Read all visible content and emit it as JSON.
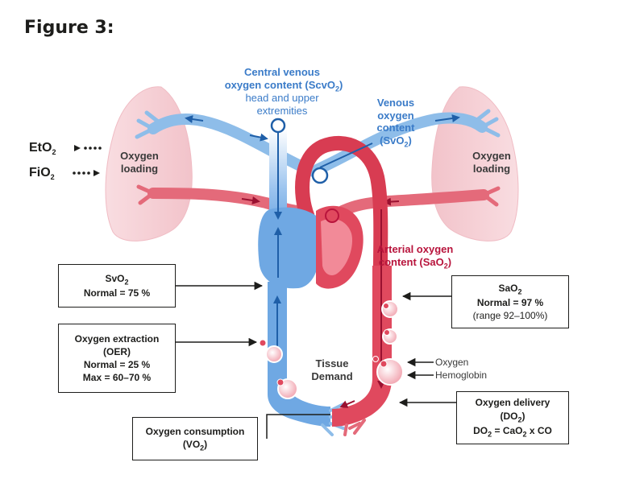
{
  "figure_title": "Figure 3:",
  "labels": {
    "scvo2_title_1": "Central venous",
    "scvo2_title_2": "oxygen content (ScvO",
    "scvo2_title_sub": "2",
    "scvo2_title_end": ")",
    "scvo2_desc_1": "head and upper",
    "scvo2_desc_2": "extremities",
    "svo2_1": "Venous",
    "svo2_2": "oxygen",
    "svo2_3": "content",
    "svo2_4": "(SvO",
    "svo2_sub": "2",
    "svo2_end": ")",
    "oxygen_loading_left_1": "Oxygen",
    "oxygen_loading_left_2": "loading",
    "oxygen_loading_right_1": "Oxygen",
    "oxygen_loading_right_2": "loading",
    "eto2": "EtO",
    "eto2_sub": "2",
    "fio2": "FiO",
    "fio2_sub": "2",
    "arterial_1": "Arterial oxygen",
    "arterial_2": "content (SaO",
    "arterial_sub": "2",
    "arterial_end": ")",
    "tissue_1": "Tissue",
    "tissue_2": "Demand",
    "oxygen_marker": "Oxygen",
    "hemoglobin_marker": "Hemoglobin"
  },
  "boxes": {
    "svo2": {
      "line1": "SvO",
      "line1_sub": "2",
      "line2": "Normal = 75 %"
    },
    "oer": {
      "line1": "Oxygen extraction",
      "line2": "(OER)",
      "line3": "Normal = 25 %",
      "line4": "Max = 60–70 %"
    },
    "sao2": {
      "line1": "SaO",
      "line1_sub": "2",
      "line2": "Normal = 97 %",
      "line3": "(range 92–100%)"
    },
    "vo2": {
      "line1": "Oxygen consumption",
      "line2": "(VO",
      "line2_sub": "2",
      "line2_end": ")"
    },
    "do2": {
      "line1": "Oxygen delivery",
      "line2": "(DO",
      "line2_sub": "2",
      "line2_end": ")",
      "line3a": "DO",
      "line3a_sub": "2",
      "line3b": " = CaO",
      "line3b_sub": "2",
      "line3c": " x CO"
    }
  },
  "colors": {
    "venous_blue": "#6fa8e3",
    "light_blue": "#c9e2f7",
    "arterial_red": "#e0495e",
    "lung_pink": "#f7d3d8",
    "label_blue": "#3a7bc8",
    "label_red": "#b8143c"
  }
}
